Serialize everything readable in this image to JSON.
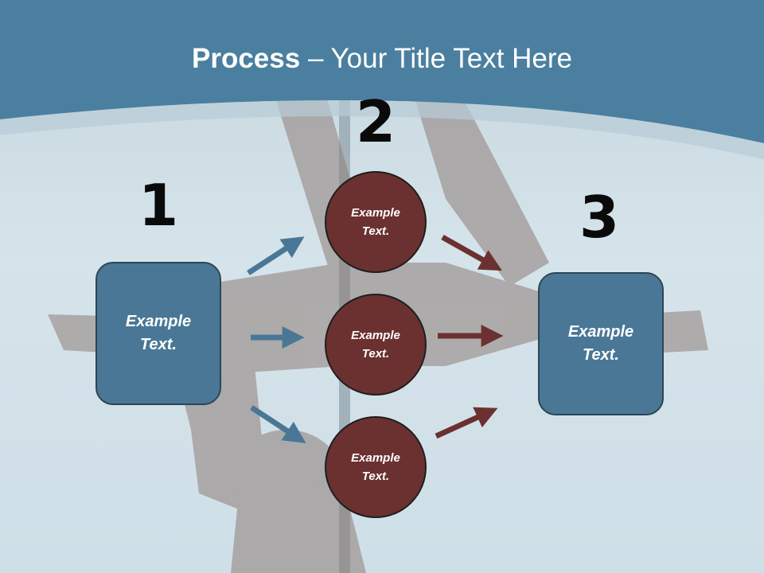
{
  "title": {
    "bold": "Process",
    "rest": " – Your Title Text Here"
  },
  "steps": {
    "one": "1",
    "two": "2",
    "three": "3"
  },
  "boxes": {
    "left": "Example Text.",
    "right": "Example Text."
  },
  "circles": {
    "top": "Example Text.",
    "middle": "Example Text.",
    "bottom": "Example Text."
  },
  "colors": {
    "header": "#4b7f9f",
    "box": "#4a7796",
    "circle": "#6b3130",
    "arrow_blue": "#4a7796",
    "arrow_red": "#6b3130"
  }
}
